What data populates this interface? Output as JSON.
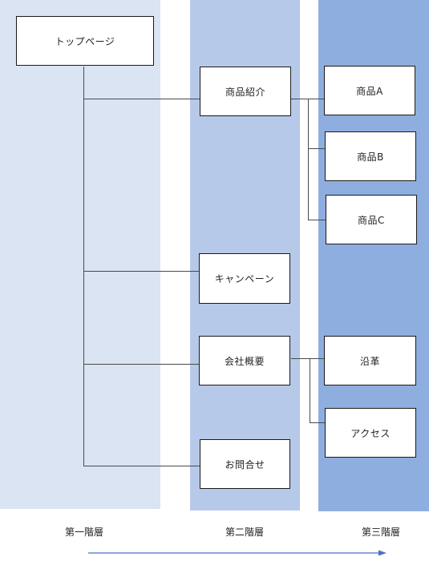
{
  "colors": {
    "level1_bg": "#dbe4f3",
    "level2_bg": "#b6c9e8",
    "level3_bg": "#8faee0",
    "arrow": "#4a72c4"
  },
  "levels": [
    {
      "id": "level1",
      "label": "第一階層"
    },
    {
      "id": "level2",
      "label": "第二階層"
    },
    {
      "id": "level3",
      "label": "第三階層"
    }
  ],
  "nodes": {
    "top": "トップページ",
    "products": "商品紹介",
    "campaign": "キャンペーン",
    "company": "会社概要",
    "contact": "お問合せ",
    "product_a": "商品A",
    "product_b": "商品B",
    "product_c": "商品C",
    "history": "沿革",
    "access": "アクセス"
  }
}
